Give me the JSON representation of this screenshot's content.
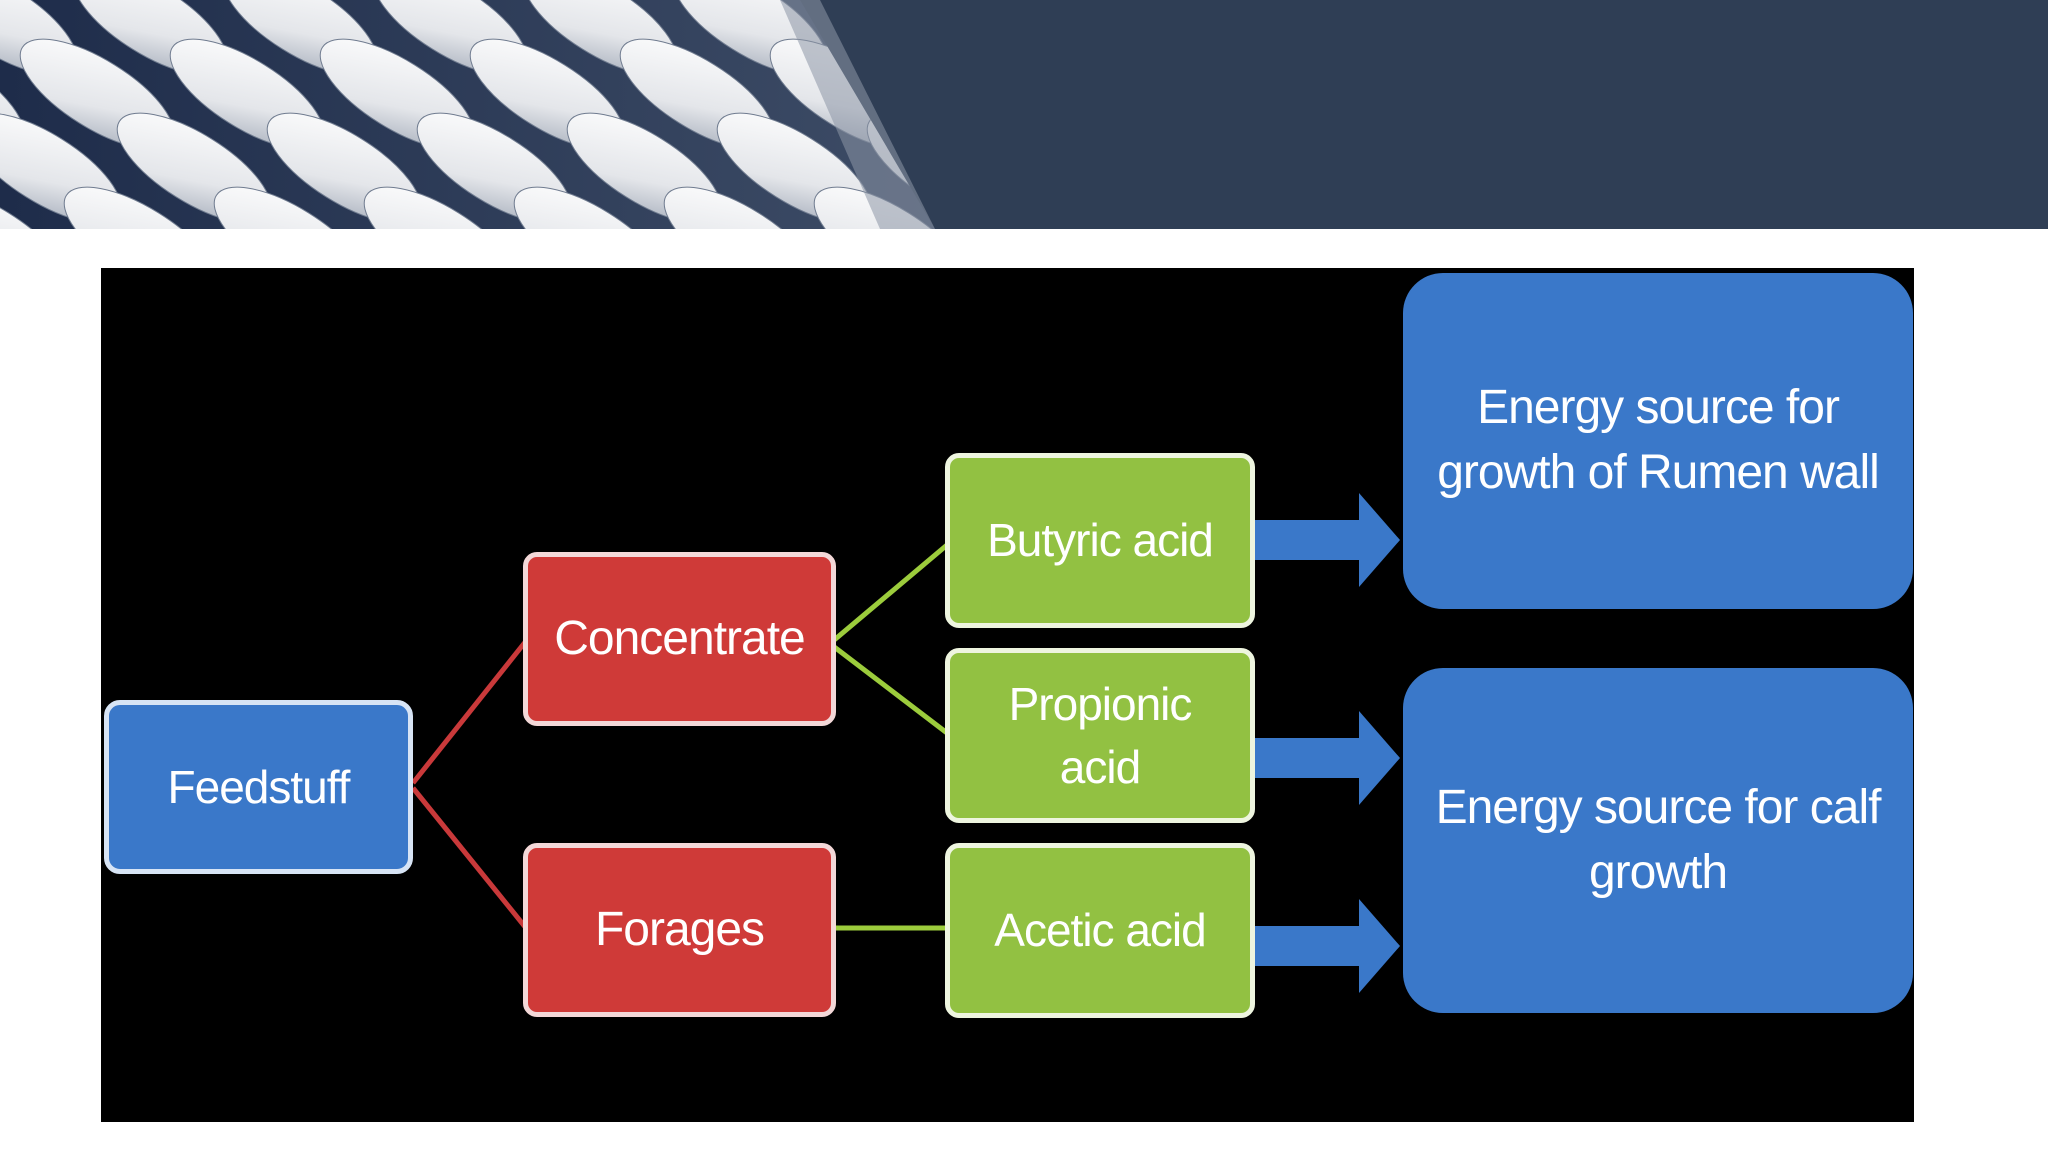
{
  "banner": {
    "background_color": "#2f3e55",
    "texture_description_icon": "oval-panels-texture"
  },
  "diagram": {
    "background_color": "#000000",
    "nodes": {
      "feedstuff": "Feedstuff",
      "concentrate": "Concentrate",
      "forages": "Forages",
      "butyric": "Butyric acid",
      "propionic": "Propionic acid",
      "acetic": "Acetic acid",
      "rumen_wall": "Energy source for growth of Rumen wall",
      "calf_growth": "Energy source for calf growth"
    },
    "colors": {
      "blue": "#3a78c9",
      "red": "#cf3a38",
      "green": "#92c142",
      "red_line": "#c9393a",
      "green_line": "#9ccc3c",
      "arrow": "#3a78c9"
    }
  }
}
